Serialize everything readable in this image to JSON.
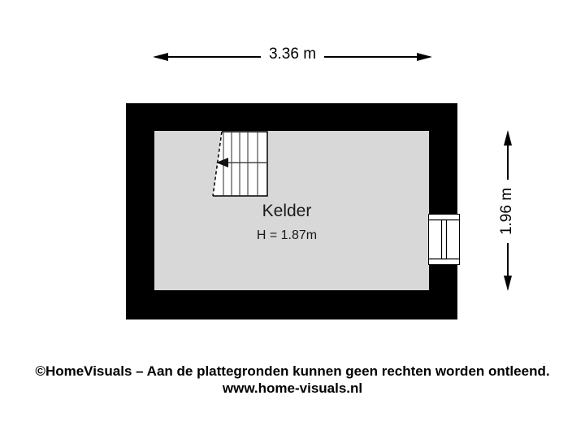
{
  "floorplan": {
    "room": {
      "label": "Kelder",
      "ceiling_height": "H = 1.87m"
    },
    "dimensions": {
      "width_label": "3.36 m",
      "height_label": "1.96 m"
    },
    "colors": {
      "wall": "#000000",
      "floor": "#d8d8d8",
      "stair_walkline": "#4a4a4a"
    }
  },
  "footer": {
    "disclaimer": "©HomeVisuals – Aan de plattegronden kunnen geen rechten worden ontleend.",
    "website": "www.home-visuals.nl"
  }
}
